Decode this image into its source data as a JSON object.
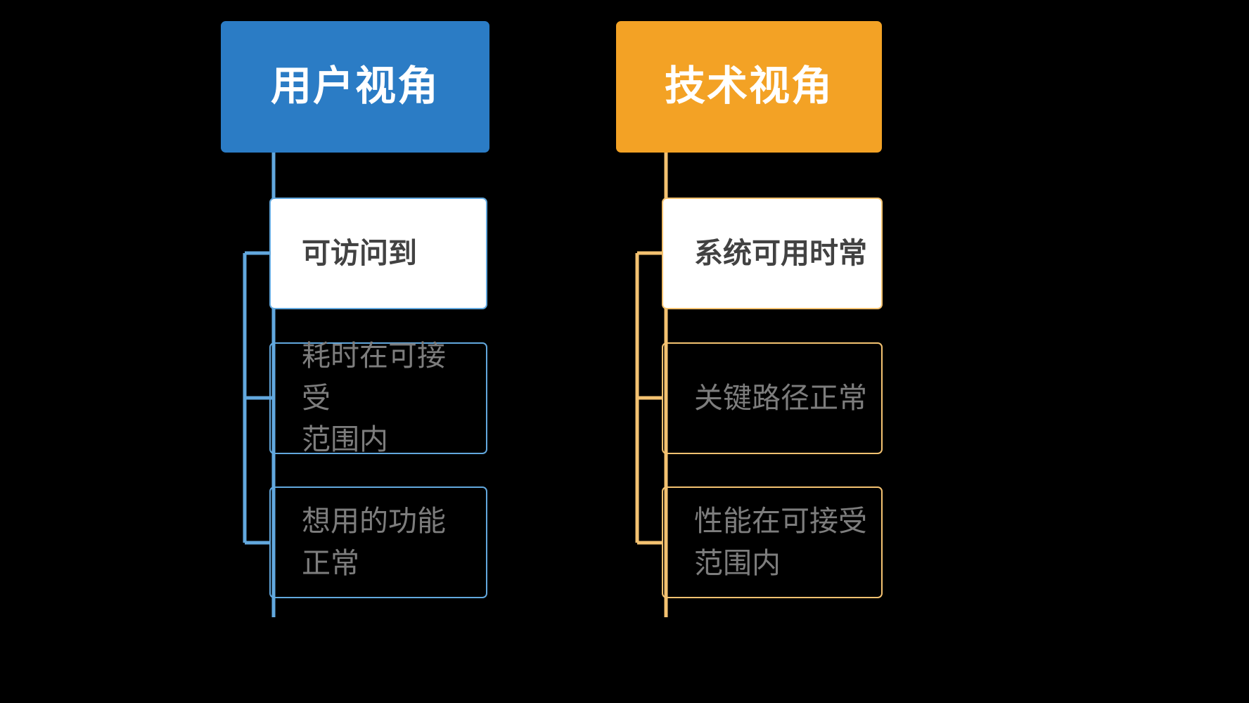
{
  "diagram": {
    "title_present": false,
    "background_color": "#000000",
    "columns": [
      {
        "id": "user-perspective",
        "header": {
          "label": "用户视角",
          "fill_color": "#2b7cc5",
          "text_color": "#ffffff"
        },
        "connector_color": "#62a8de",
        "items": [
          {
            "label": "可访问到",
            "style": "filled",
            "fill_color": "#ffffff",
            "border_color": "#62a8de",
            "text_color": "#424242"
          },
          {
            "label": "耗时在可接受\n范围内",
            "style": "hollow",
            "fill_color": "transparent",
            "border_color": "#62a8de",
            "text_color": "#7d7d7d"
          },
          {
            "label": "想用的功能\n正常",
            "style": "hollow",
            "fill_color": "transparent",
            "border_color": "#62a8de",
            "text_color": "#7d7d7d"
          }
        ]
      },
      {
        "id": "technical-perspective",
        "header": {
          "label": "技术视角",
          "fill_color": "#f3a225",
          "text_color": "#ffffff"
        },
        "connector_color": "#f4c271",
        "items": [
          {
            "label": "系统可用时常",
            "style": "filled",
            "fill_color": "#ffffff",
            "border_color": "#f4c271",
            "text_color": "#424242"
          },
          {
            "label": "关键路径正常",
            "style": "hollow",
            "fill_color": "transparent",
            "border_color": "#f4c271",
            "text_color": "#7d7d7d"
          },
          {
            "label": "性能在可接受\n范围内",
            "style": "hollow",
            "fill_color": "transparent",
            "border_color": "#f4c271",
            "text_color": "#7d7d7d"
          }
        ]
      }
    ]
  }
}
